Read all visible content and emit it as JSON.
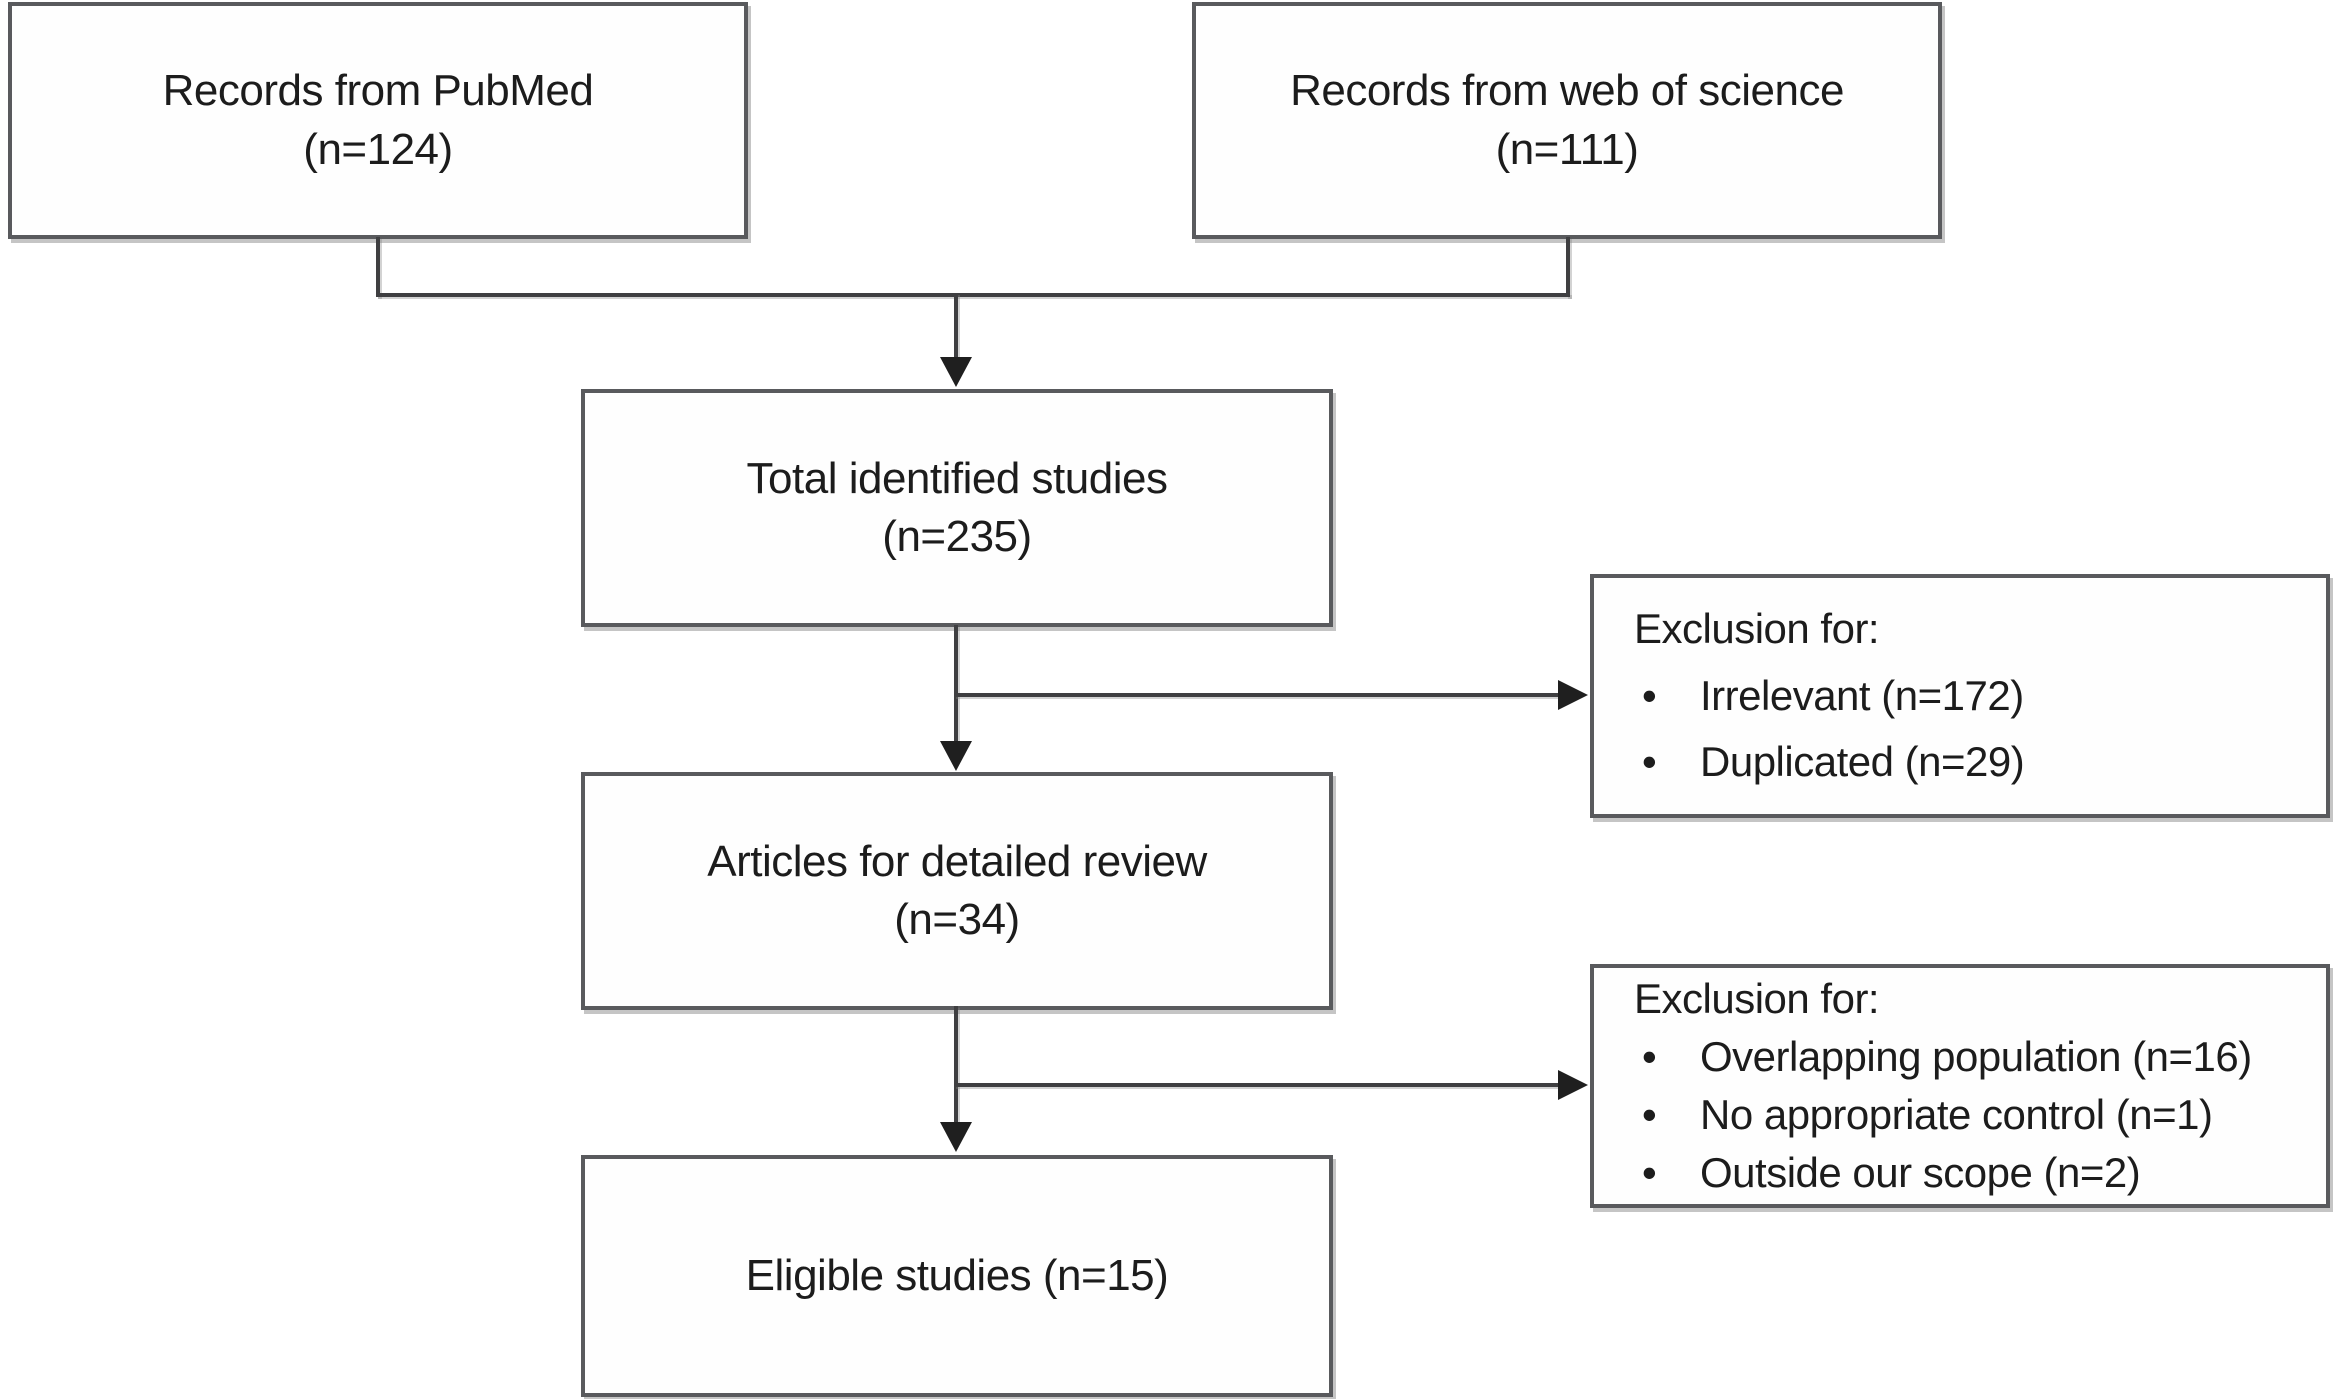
{
  "diagram": {
    "type": "flowchart",
    "description": "Study selection flow diagram (PRISMA-style literature screening)",
    "bullet_glyph": "•",
    "colors": {
      "background": "#ffffff",
      "box_fill": "#fefefe",
      "box_border": "#595a5d",
      "connector": "#3f3f41",
      "arrowhead": "#1f1f1f",
      "text": "#1c1c1c"
    },
    "nodes": {
      "pubmed": {
        "label": "Records from PubMed",
        "count": "(n=124)"
      },
      "wos": {
        "label": "Records from web of science",
        "count": "(n=111)"
      },
      "total": {
        "label": "Total identified studies",
        "count": "(n=235)"
      },
      "review": {
        "label": "Articles for detailed review",
        "count": "(n=34)"
      },
      "eligible": {
        "label": "Eligible studies (n=15)"
      },
      "exclusion1": {
        "header": "Exclusion for:",
        "items": [
          "Irrelevant (n=172)",
          "Duplicated (n=29)"
        ]
      },
      "exclusion2": {
        "header": "Exclusion for:",
        "items": [
          "Overlapping population (n=16)",
          "No appropriate control (n=1)",
          "Outside our scope (n=2)"
        ]
      }
    }
  }
}
